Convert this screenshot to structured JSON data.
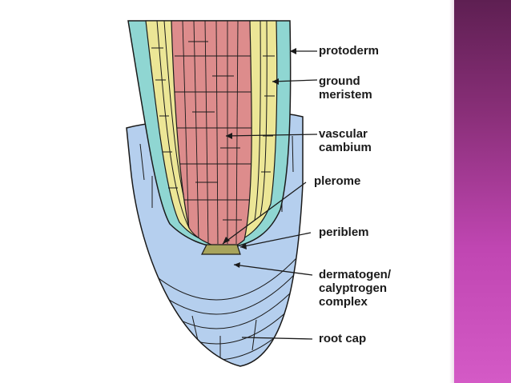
{
  "labels": {
    "protoderm": "protoderm",
    "ground_meristem": [
      "ground",
      "meristem"
    ],
    "vascular_cambium": [
      "vascular",
      "cambium"
    ],
    "plerome": "plerome",
    "periblem": "periblem",
    "dermatogen_complex": [
      "dermatogen/",
      "calyptrogen",
      "complex"
    ],
    "root_cap": "root cap"
  },
  "colors": {
    "root_cap": "#b5cfee",
    "protoderm": "#8fd6d2",
    "ground_meristem": "#ece696",
    "vascular_cambium": "#dd8c8c",
    "meristem_center": "#a8a45c",
    "side_bar": "#b43fa6"
  }
}
